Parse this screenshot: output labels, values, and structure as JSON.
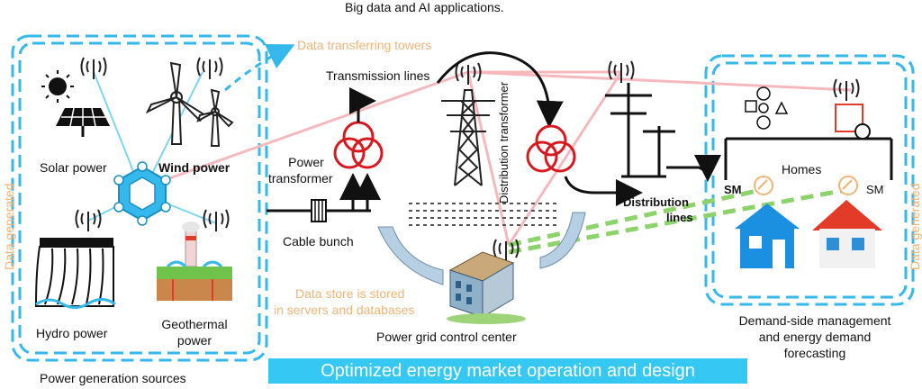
{
  "title": "Big data and AI applications.",
  "data_towers_label": "Data transferring towers",
  "data_generated_label": "Data generated",
  "generation": {
    "section_label": "Power generation sources",
    "solar": "Solar power",
    "wind": "Wind power",
    "hydro": "Hydro power",
    "geothermal_line1": "Geothermal",
    "geothermal_line2": "power"
  },
  "grid": {
    "transmission_lines": "Transmission lines",
    "power_transformer_line1": "Power",
    "power_transformer_line2": "transformer",
    "cable_bunch": "Cable bunch",
    "distribution_transformer": "Distribution transformer",
    "distribution_lines_line1": "Distribution",
    "distribution_lines_line2": "lines",
    "data_store_line1": "Data store is stored",
    "data_store_line2": "in servers and databases",
    "control_center": "Power grid control center"
  },
  "demand": {
    "homes": "Homes",
    "sm_left": "SM",
    "sm_right": "SM",
    "caption_line1": "Demand-side management",
    "caption_line2": "and energy demand",
    "caption_line3": "forecasting"
  },
  "banner": "Optimized energy market operation and design",
  "colors": {
    "dashed_box": "#35b8ec",
    "orange_text": "#f2b477",
    "transformer_red": "#d71920",
    "pink_link": "#f5b8bd",
    "green_link": "#8bd36a",
    "house_blue": "#1b8fe0",
    "house_red": "#e33b2a",
    "banner_bg": "#35c8f2"
  }
}
